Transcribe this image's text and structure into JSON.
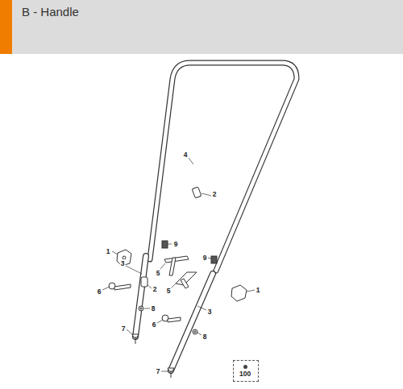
{
  "diagram": {
    "title": "B - Handle",
    "nodes": [
      {
        "text": [
          "100"
        ]
      }
    ],
    "labels": [
      "4",
      "2",
      "1",
      "9",
      "3",
      "5",
      "9",
      "2",
      "5",
      "6",
      "1",
      "8",
      "6",
      "3",
      "7",
      "8",
      "7"
    ]
  }
}
